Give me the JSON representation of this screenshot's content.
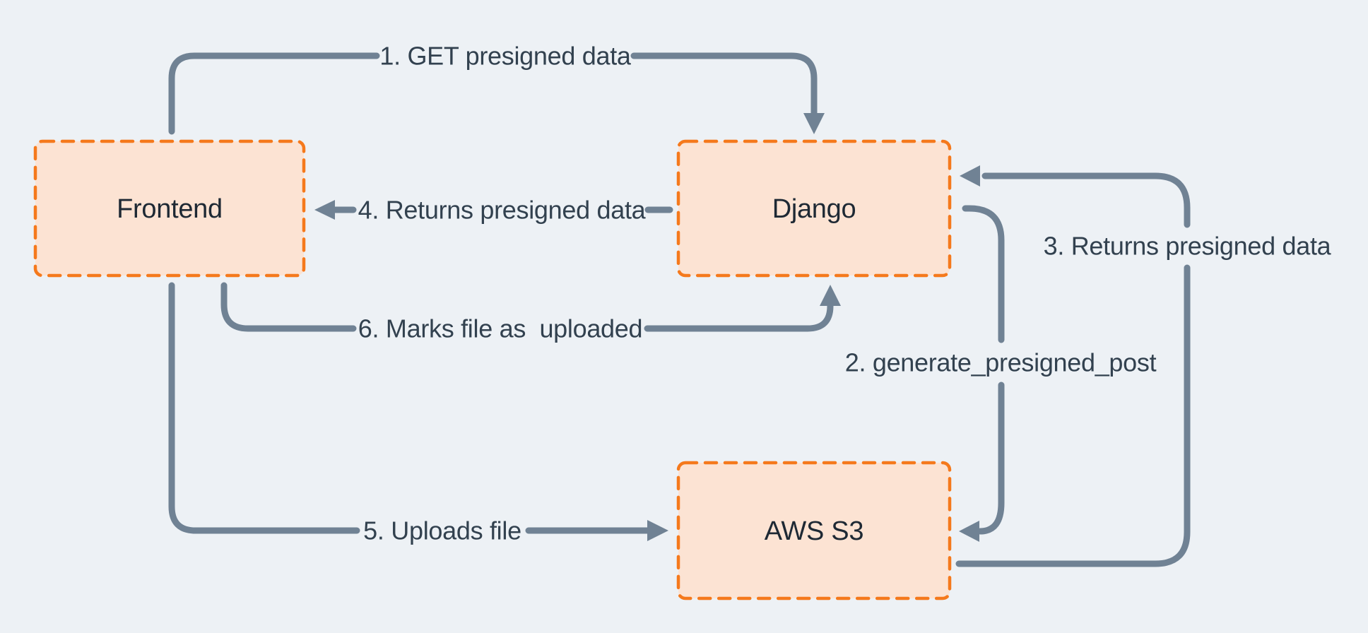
{
  "diagram": {
    "colors": {
      "background": "#edf1f5",
      "arrow": "#708294",
      "node_fill": "#fce3d3",
      "node_border": "#f5791c",
      "node_label": "#1e2934",
      "edge_label": "#32414f"
    },
    "nodes": [
      {
        "id": "frontend",
        "label": "Frontend"
      },
      {
        "id": "django",
        "label": "Django"
      },
      {
        "id": "aws-s3",
        "label": "AWS S3"
      }
    ],
    "edges": [
      {
        "id": "e1",
        "from": "Frontend",
        "to": "Django",
        "label": "1. GET presigned data"
      },
      {
        "id": "e2",
        "from": "Django",
        "to": "AWS S3",
        "label": "2. generate_presigned_post"
      },
      {
        "id": "e3",
        "from": "AWS S3",
        "to": "Django",
        "label": "3. Returns presigned data"
      },
      {
        "id": "e4",
        "from": "Django",
        "to": "Frontend",
        "label": "4. Returns presigned data"
      },
      {
        "id": "e5",
        "from": "Frontend",
        "to": "AWS S3",
        "label": "5. Uploads file"
      },
      {
        "id": "e6",
        "from": "Frontend",
        "to": "Django",
        "label": "6. Marks file as  uploaded"
      }
    ]
  }
}
